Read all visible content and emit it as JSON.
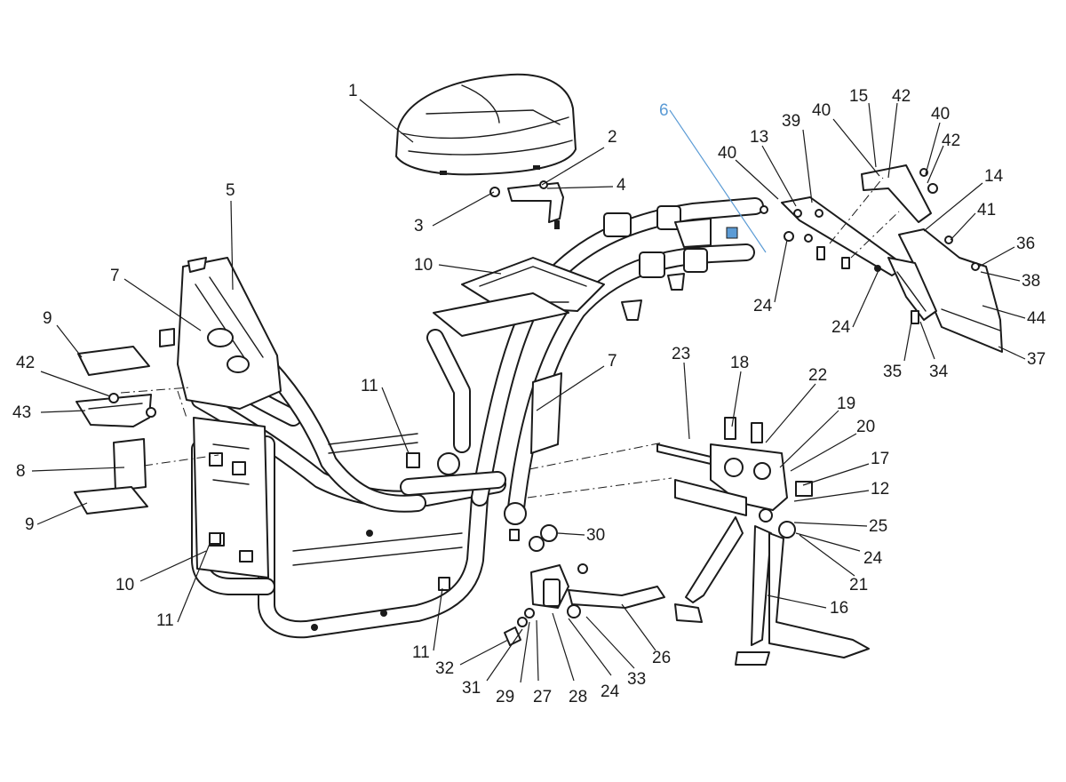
{
  "diagram": {
    "highlight_color": "#5b9bd5",
    "line_color": "#1b1b1b",
    "callouts": [
      {
        "label": "1"
      },
      {
        "label": "2"
      },
      {
        "label": "3"
      },
      {
        "label": "4"
      },
      {
        "label": "5"
      },
      {
        "label": "6",
        "highlight": true
      },
      {
        "label": "7"
      },
      {
        "label": "7"
      },
      {
        "label": "8"
      },
      {
        "label": "9"
      },
      {
        "label": "9"
      },
      {
        "label": "10"
      },
      {
        "label": "10"
      },
      {
        "label": "11"
      },
      {
        "label": "11"
      },
      {
        "label": "11"
      },
      {
        "label": "12"
      },
      {
        "label": "13"
      },
      {
        "label": "14"
      },
      {
        "label": "15"
      },
      {
        "label": "16"
      },
      {
        "label": "17"
      },
      {
        "label": "18"
      },
      {
        "label": "19"
      },
      {
        "label": "20"
      },
      {
        "label": "21"
      },
      {
        "label": "22"
      },
      {
        "label": "23"
      },
      {
        "label": "24"
      },
      {
        "label": "24"
      },
      {
        "label": "24"
      },
      {
        "label": "24"
      },
      {
        "label": "25"
      },
      {
        "label": "26"
      },
      {
        "label": "27"
      },
      {
        "label": "28"
      },
      {
        "label": "29"
      },
      {
        "label": "30"
      },
      {
        "label": "31"
      },
      {
        "label": "32"
      },
      {
        "label": "33"
      },
      {
        "label": "34"
      },
      {
        "label": "35"
      },
      {
        "label": "36"
      },
      {
        "label": "37"
      },
      {
        "label": "38"
      },
      {
        "label": "39"
      },
      {
        "label": "40"
      },
      {
        "label": "40"
      },
      {
        "label": "40"
      },
      {
        "label": "41"
      },
      {
        "label": "42"
      },
      {
        "label": "42"
      },
      {
        "label": "42"
      },
      {
        "label": "43"
      },
      {
        "label": "44"
      }
    ]
  }
}
